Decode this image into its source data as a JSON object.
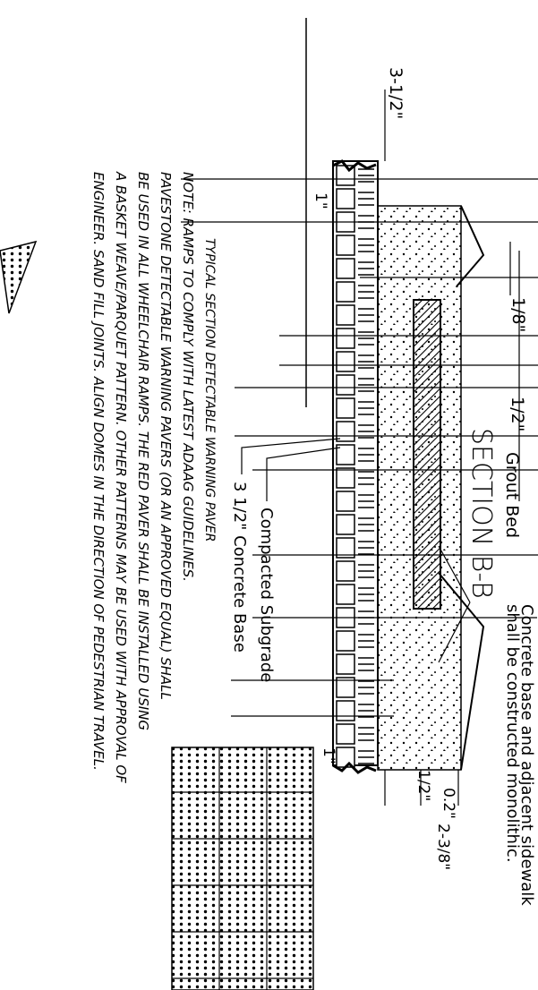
{
  "dims": {
    "d_3_1_2": "3-1/2\"",
    "d_1_top": "1\"",
    "d_1_8": "1/8\"",
    "d_1_2": "1/2\"",
    "d_1_bottom": "1\"",
    "d_0_2": "0.2\"",
    "d_1_2b": "1/2\"",
    "d_2_3_8": "2-3/8\""
  },
  "labels": {
    "grout_bed": "Grout Bed",
    "subgrade": "Compacted Subgrade",
    "concrete_base": "3 1/2\" Concrete Base",
    "sidewalk_line1": "Concrete base and adjacent sidewalk",
    "sidewalk_line2": "shall be constructed monolithic."
  },
  "title": "TYPICAL SECTION DETECTABLE WARNING PAVER",
  "section_title": "SECTION B-B",
  "note_lines": [
    "NOTE:  RAMPS TO COMPLY WITH LATEST ADAAG GUIDELINES.",
    "PAVESTONE DETECTABLE WARNING PAVERS (OR AN APPROVED EQUAL) SHALL",
    "BE USED IN ALL WHEELCHAIR RAMPS.  THE RED PAVER SHALL BE INSTALLED USING",
    "A BASKET WEAVE/PARQUET PATTERN.  OTHER PATTERNS MAY BE USED WITH APPROVAL OF",
    "ENGINEER. SAND FILL JOINTS. ALIGN DOMES IN THE DIRECTION OF PEDESTRIAN TRAVEL."
  ]
}
